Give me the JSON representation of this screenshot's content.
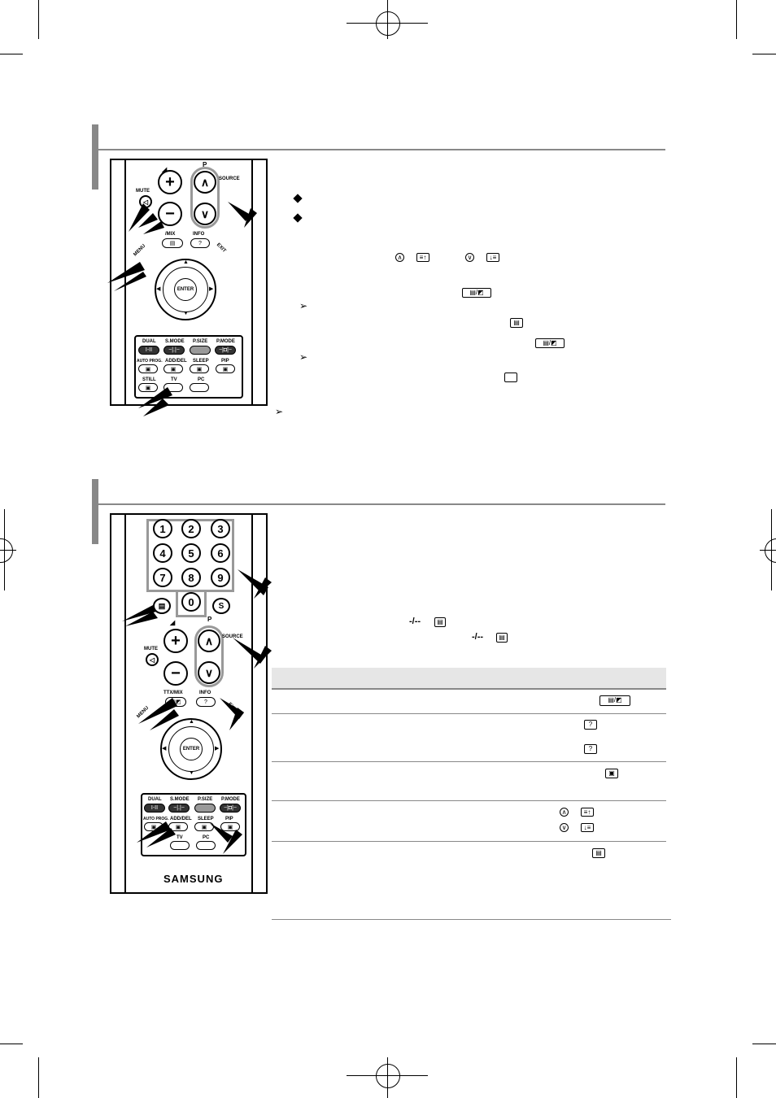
{
  "remote_labels": {
    "p": "P",
    "mute": "MUTE",
    "source": "SOURCE",
    "mix": "/MIX",
    "ttx_mix": "TTX/MIX",
    "info": "INFO",
    "menu": "MENU",
    "exit": "EXIT",
    "enter": "ENTER",
    "dual": "DUAL",
    "dual_value": "I-II",
    "smode": "S.MODE",
    "psize": "P.SIZE",
    "pmode": "P.MODE",
    "auto_prog": "AUTO PROG.",
    "add_del": "ADD/DEL",
    "sleep": "SLEEP",
    "pip": "PIP",
    "still": "STILL",
    "tv": "TV",
    "pc": "PC",
    "brand": "SAMSUNG",
    "digits": [
      "1",
      "2",
      "3",
      "4",
      "5",
      "6",
      "7",
      "8",
      "9",
      "0"
    ]
  },
  "inline_glyphs": {
    "dash_code": "-/--"
  }
}
